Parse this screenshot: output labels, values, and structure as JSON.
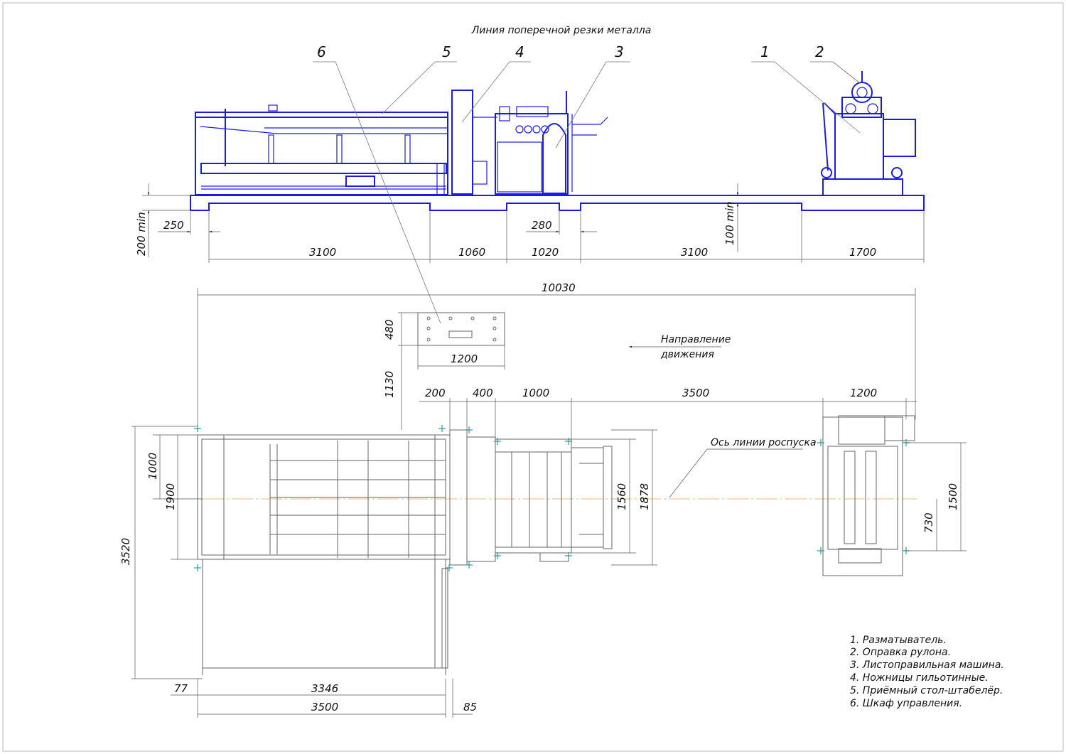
{
  "title": "Линия поперечной резки металла",
  "callouts": [
    "1",
    "2",
    "3",
    "4",
    "5",
    "6"
  ],
  "elevation_dims": {
    "d250": "250",
    "d200min": "200 min",
    "d3100a": "3100",
    "d1060": "1060",
    "d280": "280",
    "d1020": "1020",
    "d100min": "100 min",
    "d3100b": "3100",
    "d1700": "1700",
    "d10030": "10030"
  },
  "panel_dims": {
    "d480": "480",
    "d1200": "1200",
    "d1130": "1130"
  },
  "direction": {
    "line1": "Направление",
    "line2": "движения"
  },
  "axis_label": "Ось линии роспуска",
  "plan_dims": {
    "d200": "200",
    "d400": "400",
    "d1000": "1000",
    "d3500": "3500",
    "d1200": "1200",
    "d1000v": "1000",
    "d1900": "1900",
    "d3520": "3520",
    "d1560": "1560",
    "d1878": "1878",
    "d1500": "1500",
    "d730": "730",
    "d77": "77",
    "d3346": "3346",
    "d3500b": "3500",
    "d85": "85"
  },
  "legend": [
    "1. Разматыватель.",
    "2. Оправка рулона.",
    "3. Листоправильная машина.",
    "4. Ножницы гильотинные.",
    "5. Приёмный стол-штабелёр.",
    "6. Шкаф управления."
  ],
  "colors": {
    "equipment": "#1a1af0",
    "dimension": "#555555",
    "marker": "#2a9c9c",
    "axis": "#e0a050"
  }
}
